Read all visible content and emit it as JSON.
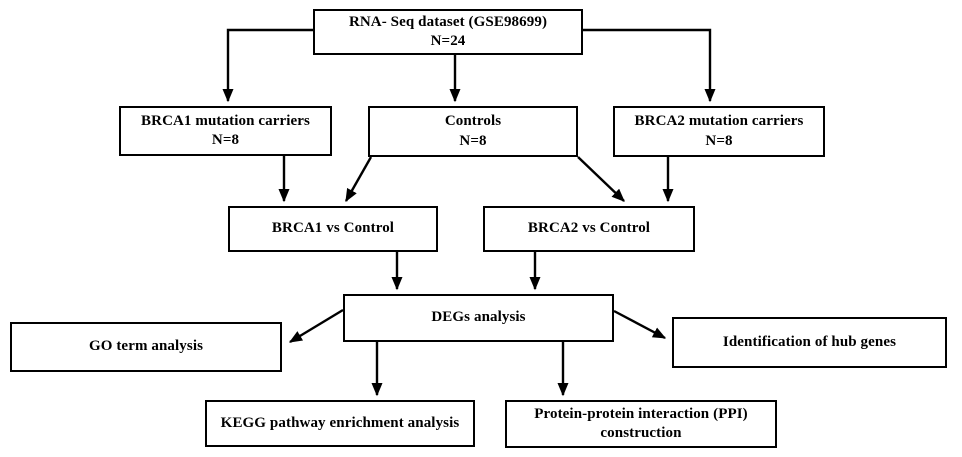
{
  "figure": {
    "description": "RNA-Seq analysis workflow flowchart",
    "colors": {
      "background": "#ffffff",
      "box_fill": "#ffffff",
      "box_border": "#000000",
      "text": "#000000",
      "arrow": "#000000"
    }
  },
  "flowchart": {
    "nodes": {
      "dataset": {
        "line1": "RNA- Seq dataset (GSE98699)",
        "line2": "N=24"
      },
      "brca1_carriers": {
        "line1": "BRCA1 mutation carriers",
        "line2": "N=8"
      },
      "controls": {
        "line1": "Controls",
        "line2": "N=8"
      },
      "brca2_carriers": {
        "line1": "BRCA2 mutation carriers",
        "line2": "N=8"
      },
      "brca1_vs_control": {
        "line1": "BRCA1 vs Control"
      },
      "brca2_vs_control": {
        "line1": "BRCA2 vs Control"
      },
      "degs": {
        "line1": "DEGs analysis"
      },
      "go_term": {
        "line1": "GO term analysis"
      },
      "hub_genes": {
        "line1": "Identification of hub genes"
      },
      "kegg": {
        "line1": "KEGG pathway enrichment analysis"
      },
      "ppi": {
        "line1": "Protein-protein interaction (PPI)",
        "line2": "construction"
      }
    },
    "edges": [
      "dataset -> brca1_carriers",
      "dataset -> controls",
      "dataset -> brca2_carriers",
      "brca1_carriers -> brca1_vs_control",
      "controls -> brca1_vs_control",
      "controls -> brca2_vs_control",
      "brca2_carriers -> brca2_vs_control",
      "brca1_vs_control -> degs",
      "brca2_vs_control -> degs",
      "degs -> go_term",
      "degs -> kegg",
      "degs -> ppi",
      "degs -> hub_genes"
    ]
  }
}
